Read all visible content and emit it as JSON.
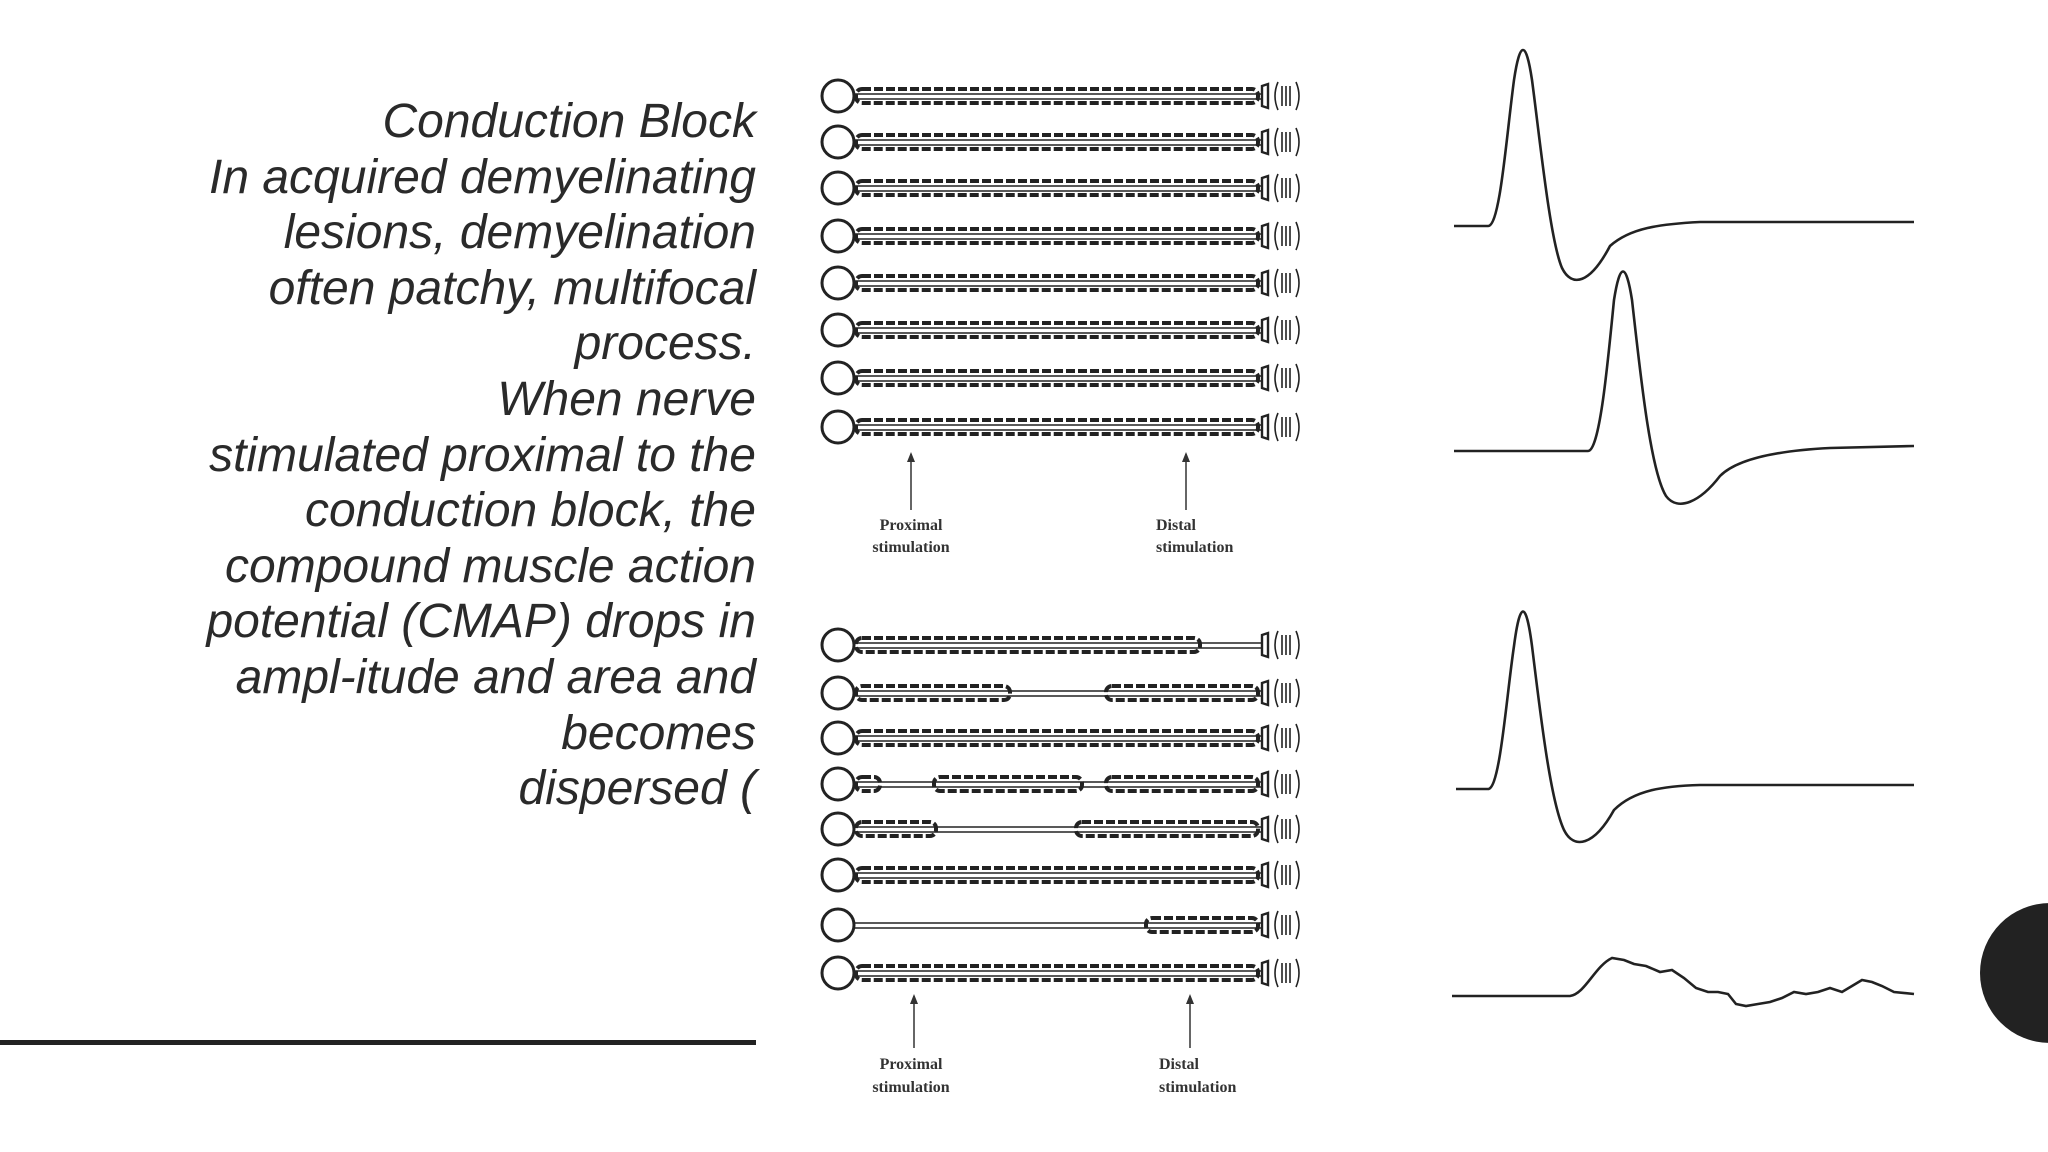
{
  "text_block": {
    "lines": [
      "Conduction Block",
      "In acquired demyelinating",
      "lesions, demyelination",
      "often patchy, multifocal",
      "process.",
      "When nerve",
      "stimulated proximal to the",
      "conduction block, the",
      "compound muscle action",
      "potential (CMAP) drops in",
      "ampl-itude and area and",
      "becomes",
      "dispersed ("
    ]
  },
  "figure": {
    "top_panel": {
      "proximal_label": [
        "Proximal",
        "stimulation"
      ],
      "distal_label": [
        "Distal",
        "stimulation"
      ]
    },
    "bottom_panel": {
      "proximal_label": [
        "Proximal",
        "stimulation"
      ],
      "distal_label": [
        "Distal",
        "stimulation"
      ]
    }
  },
  "colors": {
    "text": "#2a2a2a",
    "ink": "#222222",
    "background": "#ffffff"
  }
}
